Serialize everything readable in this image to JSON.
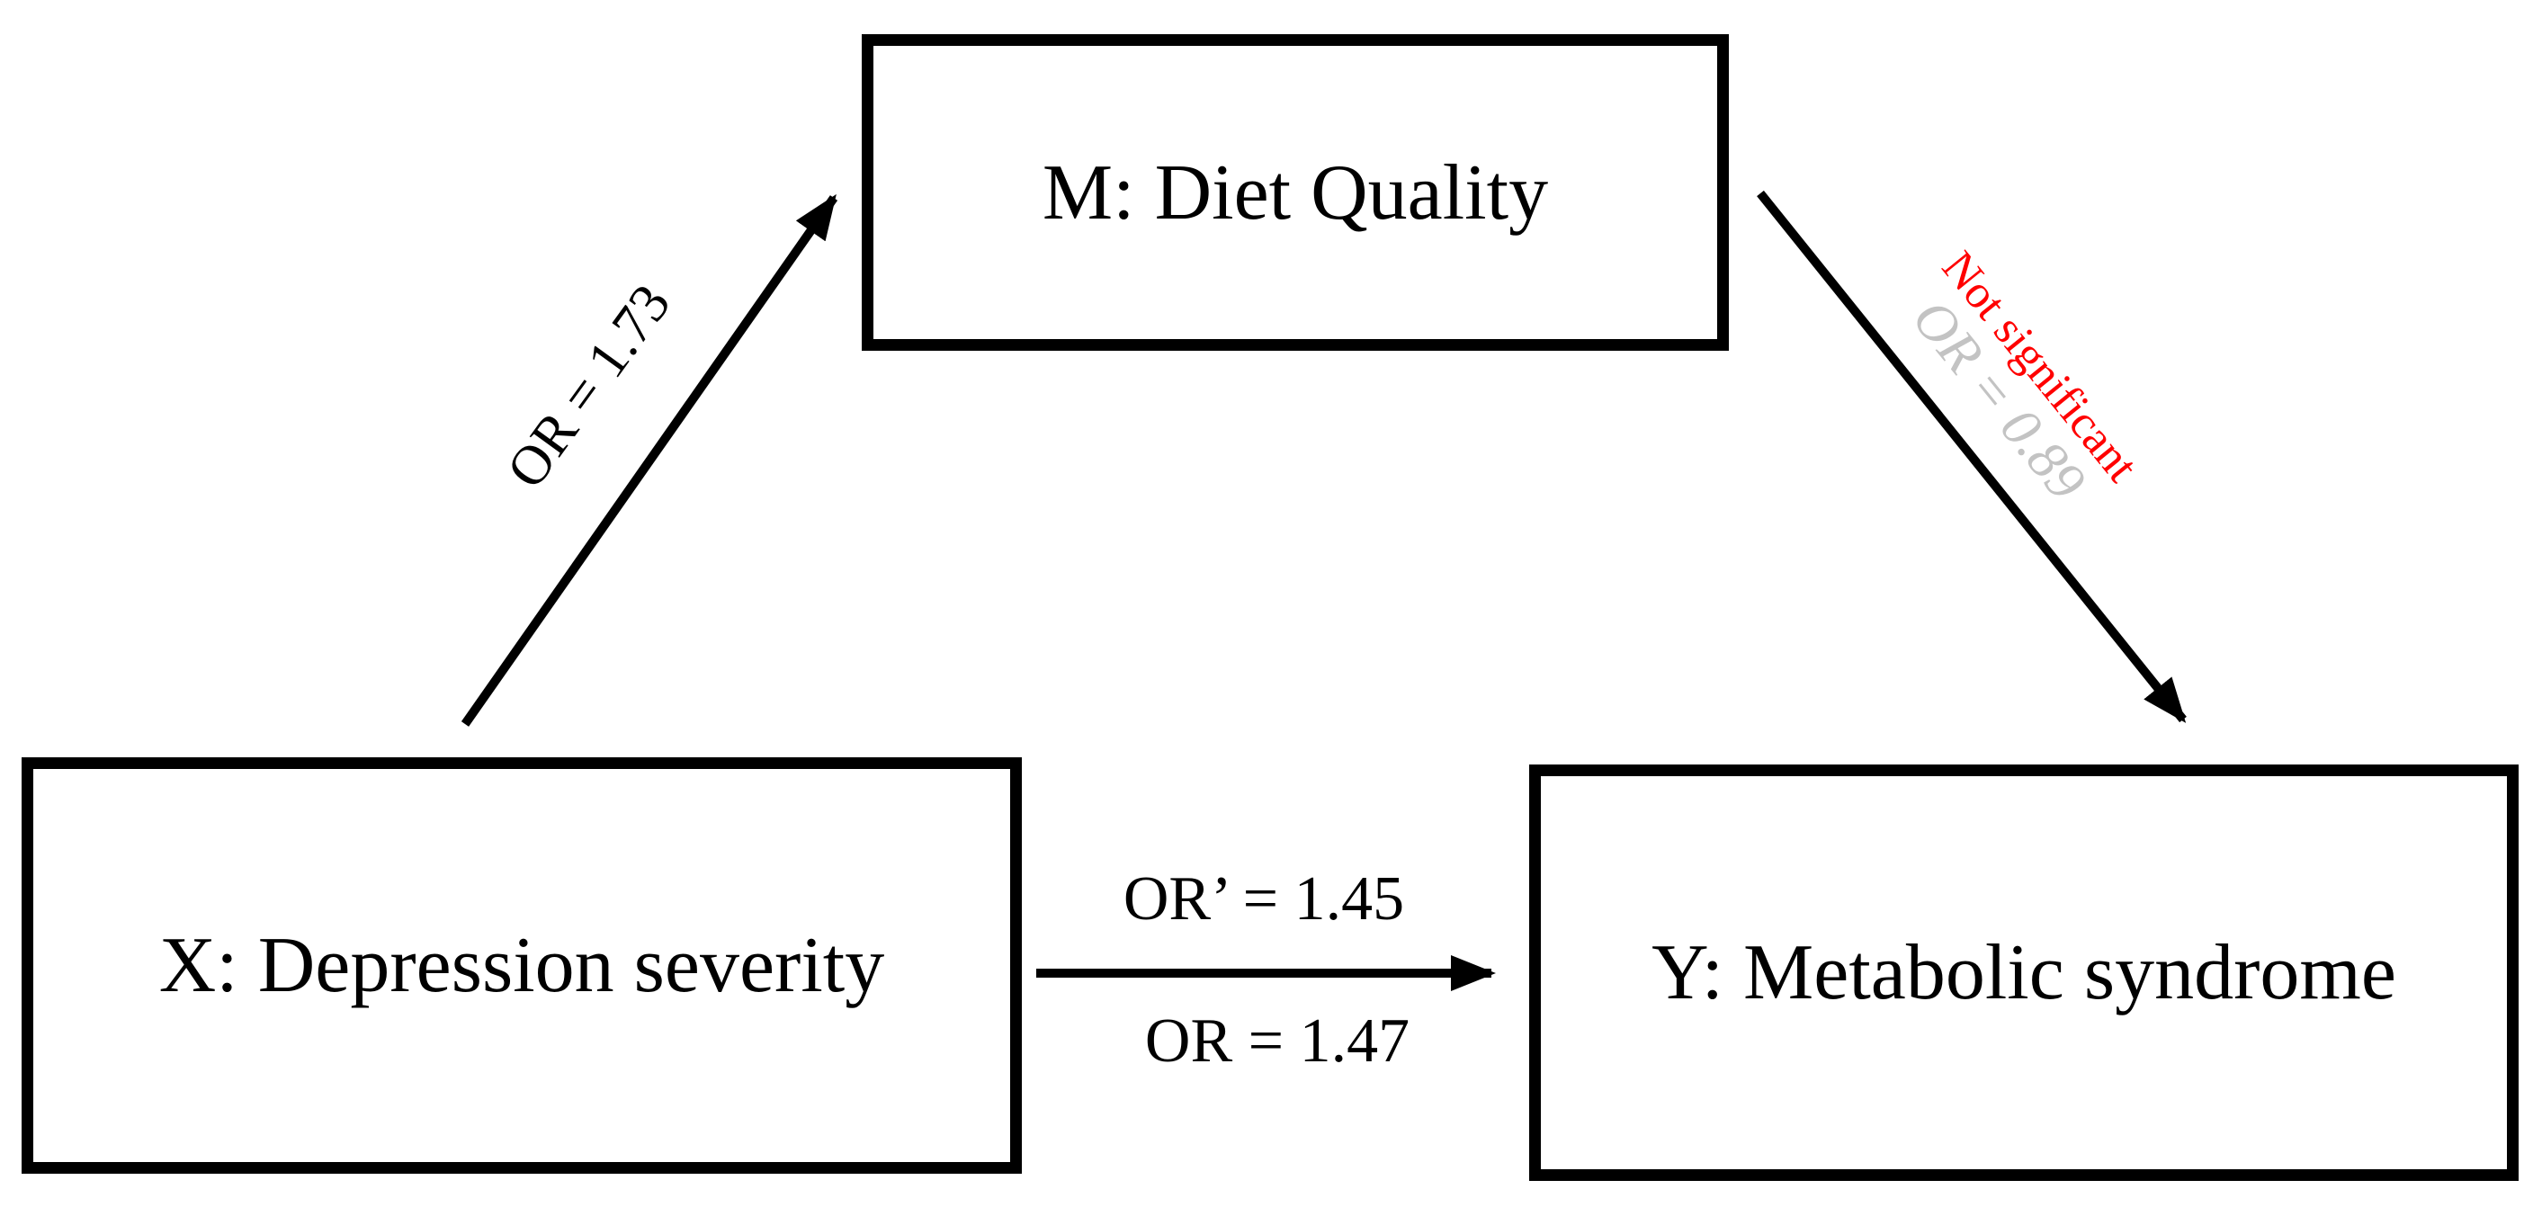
{
  "nodes": {
    "mediator": {
      "label": "M: Diet Quality"
    },
    "exposure": {
      "label": "X: Depression severity"
    },
    "outcome": {
      "label": "Y: Metabolic syndrome"
    }
  },
  "paths": {
    "exposure_to_mediator": {
      "label": "OR = 1.73"
    },
    "mediator_to_outcome": {
      "significance": "Not significant",
      "label": "OR = 0.89",
      "significance_color": "#ff0000",
      "label_color": "#c3c3c3"
    },
    "exposure_to_outcome": {
      "direct_label": "OR’ = 1.45",
      "total_label": "OR = 1.47"
    }
  },
  "colors": {
    "background": "#ffffff",
    "ink": "#000000",
    "not_significant_text": "#ff0000",
    "nonsignificant_or_text": "#c3c3c3"
  }
}
